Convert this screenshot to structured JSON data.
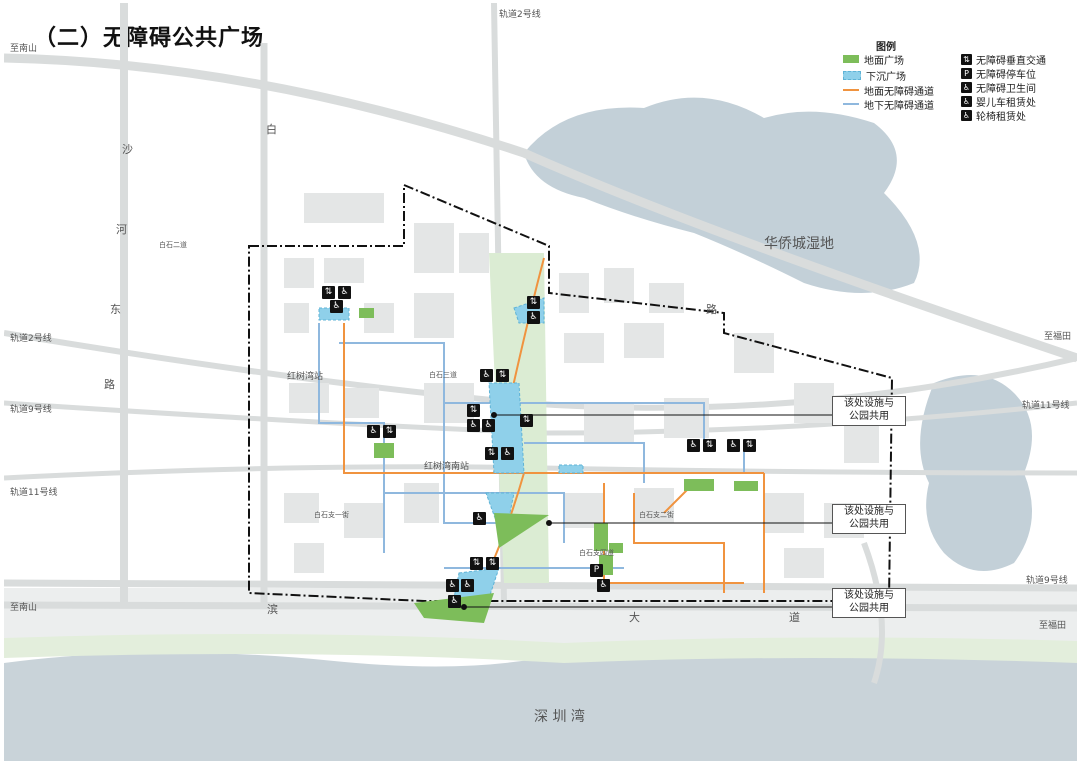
{
  "title": "（二）无障碍公共广场",
  "legend": {
    "heading": "图例",
    "items": [
      {
        "label": "地面广场",
        "kind": "green"
      },
      {
        "label": "下沉广场",
        "kind": "blue"
      },
      {
        "label": "地面无障碍通道",
        "kind": "oline"
      },
      {
        "label": "地下无障碍通道",
        "kind": "bline"
      },
      {
        "label": "无障碍垂直交通",
        "kind": "icon",
        "icon": "elevator-icon",
        "glyph": "⇅"
      },
      {
        "label": "无障碍停车位",
        "kind": "icon",
        "icon": "parking-icon",
        "glyph": "P"
      },
      {
        "label": "无障碍卫生间",
        "kind": "icon",
        "icon": "toilet-icon",
        "glyph": "♿"
      },
      {
        "label": "婴儿车租赁处",
        "kind": "icon",
        "icon": "stroller-icon",
        "glyph": "♿"
      },
      {
        "label": "轮椅租赁处",
        "kind": "icon",
        "icon": "wheelchair-icon",
        "glyph": "♿"
      }
    ]
  },
  "places": {
    "wetland": "华侨城湿地",
    "bay": "深 圳 湾",
    "station1": "红树湾站",
    "station2": "红树湾南站"
  },
  "roads": {
    "top_rail2": "轨道2号线",
    "left_nanshan": "至南山",
    "left_rail2": "轨道2号线",
    "left_rail9": "轨道9号线",
    "left_rail11": "轨道11号线",
    "left_nanshan2": "至南山",
    "right_futian": "至福田",
    "right_rail11": "轨道11号线",
    "right_rail9": "轨道9号线",
    "right_futian2": "至福田",
    "sha": "沙",
    "he": "河",
    "dong": "东",
    "lu1": "路",
    "bai": "白",
    "lu2": "路",
    "bin": "滨",
    "da": "大",
    "dao": "道",
    "baishi2": "白石二道",
    "baishi3": "白石三道",
    "baishi_zhi": "白石支四道",
    "baishi_zhi2": "白石支二街",
    "baishi_yi": "白石支一街"
  },
  "callouts": [
    {
      "text": "该处设施与公园共用"
    },
    {
      "text": "该处设施与公园共用"
    },
    {
      "text": "该处设施与公园共用"
    }
  ],
  "colors": {
    "water": "#c7d3da",
    "green_plaza": "#7dbd5a",
    "sunken_plaza": "#8fd0ea",
    "ground_path": "#f0933f",
    "underground_path": "#8fb8de",
    "boundary": "#111111"
  }
}
